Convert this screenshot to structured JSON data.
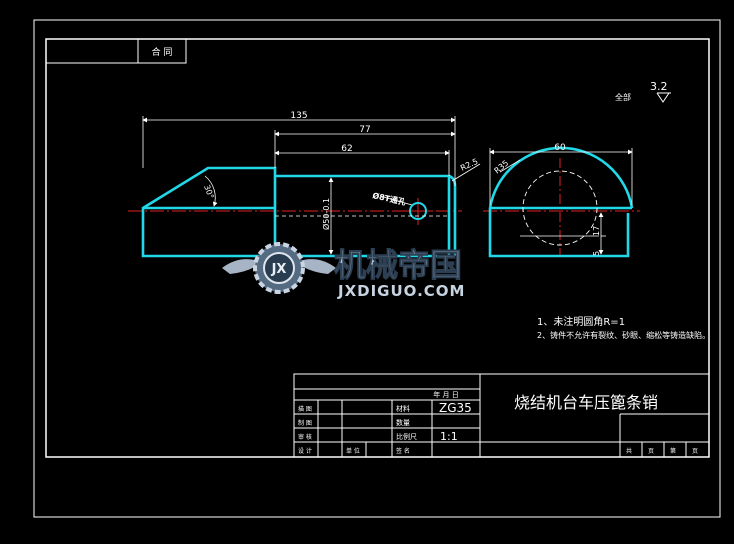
{
  "header_box": {
    "label": "合 同"
  },
  "roughness": {
    "prefix": "全部",
    "value": "3.2"
  },
  "dimensions": {
    "d135": "135",
    "d77": "77",
    "d62": "62",
    "d60": "60",
    "dR25": "R2.5",
    "dR35": "R35",
    "d30deg": "30°",
    "dphi50": "Ø50-0.1",
    "hole": "Ø8T通孔",
    "d17": "17",
    "d5": "5"
  },
  "watermark": {
    "cn": "机械帝国",
    "en": "JXDIGUO.COM",
    "badge": "JX"
  },
  "notes": [
    "1、未注明圆角R=1",
    "2、铸件不允许有裂纹、砂眼、缩松等铸造缺陷。"
  ],
  "title_block": {
    "part_name": "烧结机台车压篦条销",
    "material": "ZG35",
    "scale": "1:1",
    "material_label": "材料",
    "count_label": "数量",
    "scale_label": "比例尺",
    "date_labels": "年 月 日",
    "rows": [
      "描 图",
      "制 图",
      "审 核",
      "设 计"
    ],
    "row_extra": [
      "单 位",
      "签 名"
    ],
    "sheet_labels": [
      "共",
      "页",
      "第",
      "页"
    ]
  }
}
